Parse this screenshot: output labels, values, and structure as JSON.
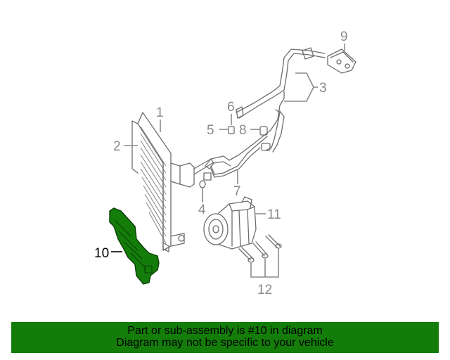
{
  "diagram": {
    "highlight_color": "#147d0a",
    "selected_part": "10",
    "callouts": {
      "c1": "1",
      "c2": "2",
      "c3": "3",
      "c4": "4",
      "c5": "5",
      "c6": "6",
      "c7": "7",
      "c8": "8",
      "c9": "9",
      "c10": "10",
      "c11": "11",
      "c12": "12"
    }
  },
  "banner": {
    "background": "#147d0a",
    "line1": "Part or sub-assembly is #10 in diagram",
    "line2": "Diagram may not be specific to your vehicle"
  }
}
